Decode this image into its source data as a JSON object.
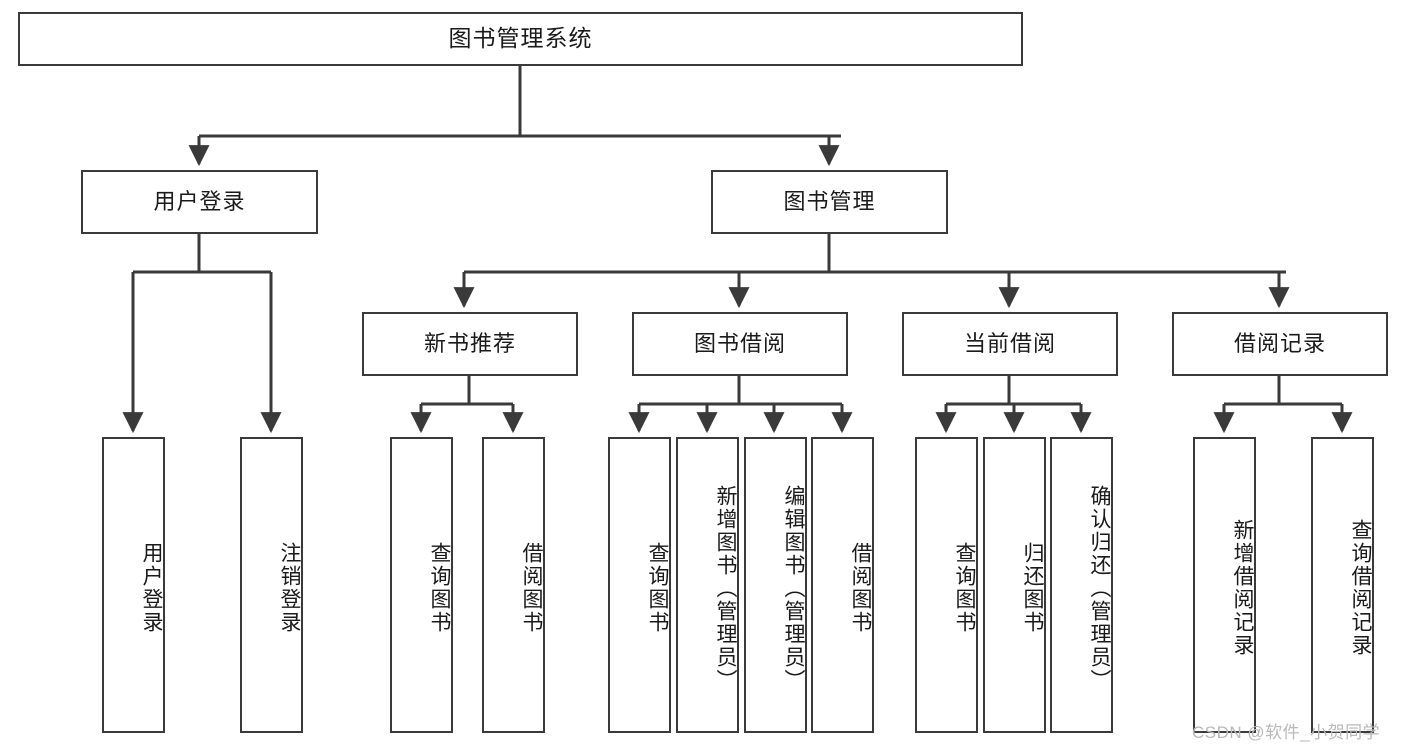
{
  "diagram": {
    "type": "tree",
    "title": "图书管理系统",
    "watermark": "CSDN @软件_小贺同学",
    "colors": {
      "box_border": "#3a3a3a",
      "box_fill": "#ffffff",
      "edge": "#3a3a3a",
      "text": "#1a1a1a",
      "watermark": "#b9b9b9",
      "background": "#ffffff"
    },
    "nodes": {
      "root": {
        "label": "图书管理系统"
      },
      "level2": [
        {
          "label": "用户登录"
        },
        {
          "label": "图书管理"
        }
      ],
      "level3": [
        {
          "label": "新书推荐"
        },
        {
          "label": "图书借阅"
        },
        {
          "label": "当前借阅"
        },
        {
          "label": "借阅记录"
        }
      ],
      "leaves": [
        {
          "label": "用户登录",
          "parent": "用户登录"
        },
        {
          "label": "注销登录",
          "parent": "用户登录"
        },
        {
          "label": "查询图书",
          "parent": "新书推荐"
        },
        {
          "label": "借阅图书",
          "parent": "新书推荐"
        },
        {
          "label": "查询图书",
          "parent": "图书借阅"
        },
        {
          "label": "新增图书（管理员）",
          "parent": "图书借阅"
        },
        {
          "label": "编辑图书（管理员）",
          "parent": "图书借阅"
        },
        {
          "label": "借阅图书",
          "parent": "图书借阅"
        },
        {
          "label": "查询图书",
          "parent": "当前借阅"
        },
        {
          "label": "归还图书",
          "parent": "当前借阅"
        },
        {
          "label": "确认归还（管理员）",
          "parent": "当前借阅"
        },
        {
          "label": "新增借阅记录",
          "parent": "借阅记录"
        },
        {
          "label": "查询借阅记录",
          "parent": "借阅记录"
        }
      ]
    }
  }
}
